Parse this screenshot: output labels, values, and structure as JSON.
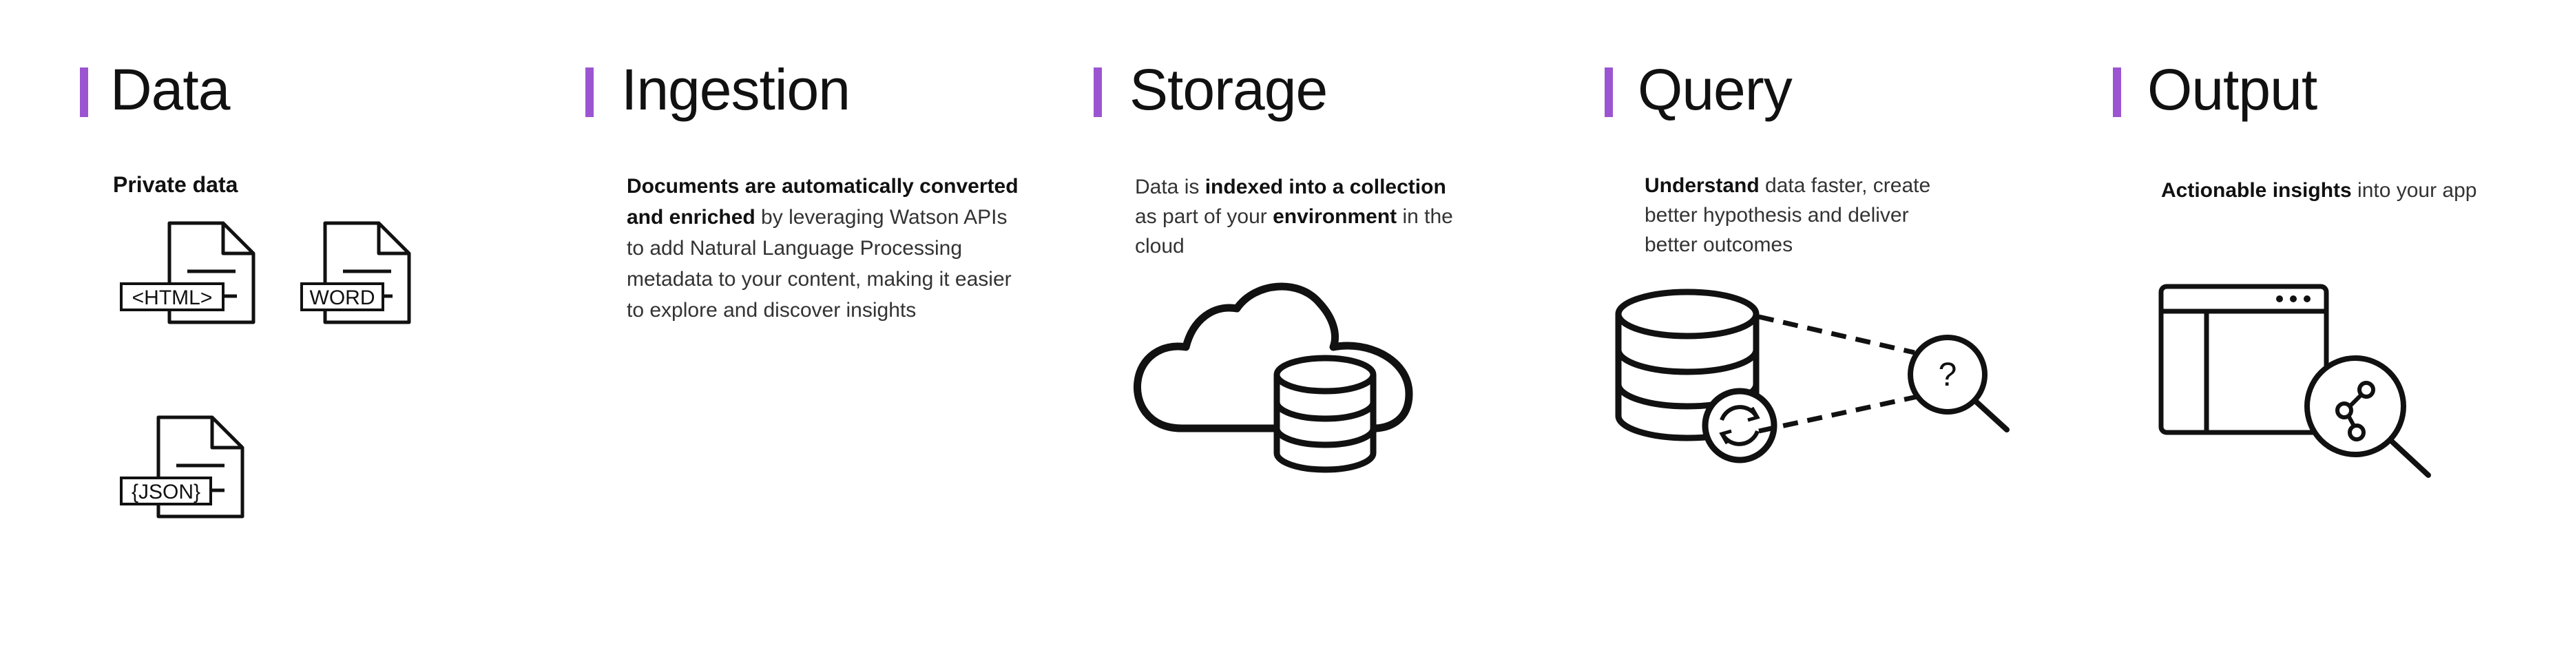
{
  "sections": [
    {
      "title": "Data",
      "subhead": "Private data",
      "file_labels": [
        "<HTML>",
        "WORD",
        "{JSON}"
      ],
      "icons": [
        "html-document-icon",
        "word-document-icon",
        "json-document-icon"
      ]
    },
    {
      "title": "Ingestion",
      "desc": [
        {
          "bold": "Documents are automatically converted and enriched"
        },
        {
          "text": " by leveraging Watson APIs to add Natural Language Processing metadata to your content, making it easier to explore and discover insights"
        }
      ]
    },
    {
      "title": "Storage",
      "desc": [
        {
          "text": "Data is  "
        },
        {
          "bold": "indexed into a collection"
        },
        {
          "text": " as part of your "
        },
        {
          "bold": "environment"
        },
        {
          "text": " in the cloud"
        }
      ],
      "icons": [
        "cloud-database-icon"
      ]
    },
    {
      "title": "Query",
      "desc": [
        {
          "bold": "Understand"
        },
        {
          "text": " data faster, create better hypothesis and deliver better outcomes"
        }
      ],
      "search_glyph": "?",
      "icons": [
        "database-sync-icon",
        "magnifier-question-icon"
      ]
    },
    {
      "title": "Output",
      "desc": [
        {
          "bold": "Actionable insights"
        },
        {
          "text": " into your app"
        }
      ],
      "icons": [
        "app-window-icon",
        "share-magnifier-icon"
      ]
    }
  ],
  "colors": {
    "accent": "#9b55d1",
    "ink": "#111111",
    "text": "#333333"
  }
}
